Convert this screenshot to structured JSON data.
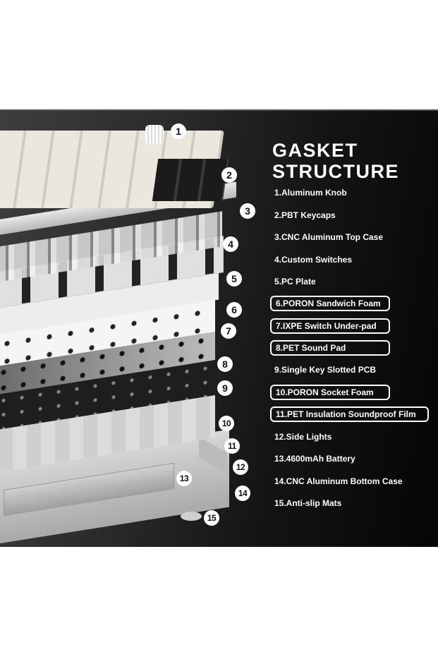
{
  "heading": {
    "line1": "GASKET",
    "line2": "STRUCTURE"
  },
  "specs": [
    {
      "label": "1.Aluminum Knob",
      "highlighted": false
    },
    {
      "label": "2.PBT Keycaps",
      "highlighted": false
    },
    {
      "label": "3.CNC Aluminum Top Case",
      "highlighted": false
    },
    {
      "label": "4.Custom Switches",
      "highlighted": false
    },
    {
      "label": "5.PC Plate",
      "highlighted": false
    },
    {
      "label": "6.PORON Sandwich Foam",
      "highlighted": true
    },
    {
      "label": "7.IXPE Switch Under-pad",
      "highlighted": true
    },
    {
      "label": "8.PET Sound Pad",
      "highlighted": true
    },
    {
      "label": "9.Single Key Slotted PCB",
      "highlighted": false
    },
    {
      "label": "10.PORON Socket Foam",
      "highlighted": true
    },
    {
      "label": "11.PET Insulation Soundproof Film",
      "highlighted": true
    },
    {
      "label": "12.Side Lights",
      "highlighted": false
    },
    {
      "label": "13.4600mAh Battery",
      "highlighted": false
    },
    {
      "label": "14.CNC Aluminum Bottom Case",
      "highlighted": false
    },
    {
      "label": "15.Anti-slip Mats",
      "highlighted": false
    }
  ],
  "callouts": [
    "1",
    "2",
    "3",
    "4",
    "5",
    "6",
    "7",
    "8",
    "9",
    "10",
    "11",
    "12",
    "13",
    "14",
    "15"
  ],
  "colors": {
    "background_left": "#3e3e3e",
    "background_right": "#050505",
    "text": "#ffffff",
    "page": "#ffffff"
  }
}
